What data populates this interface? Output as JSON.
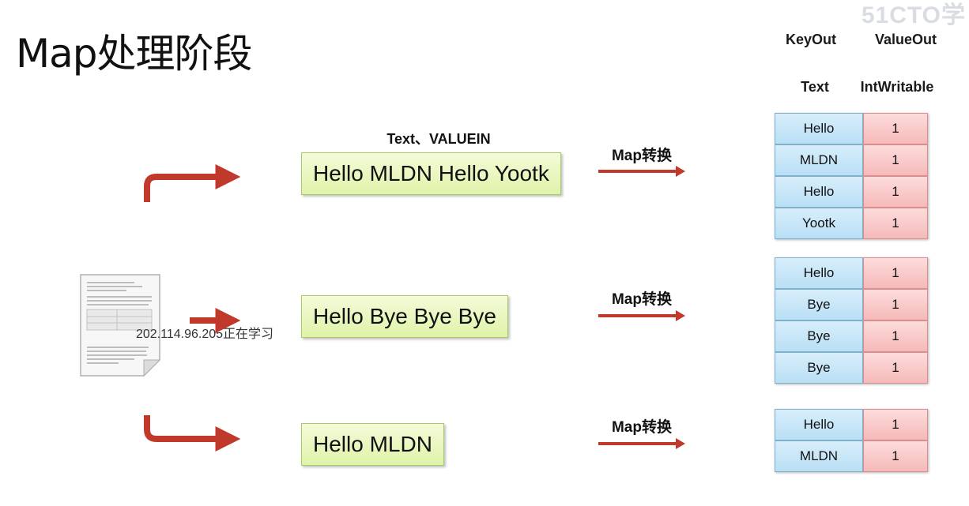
{
  "title": "Map处理阶段",
  "watermark": "51CTO学",
  "columns": {
    "key_out": "KeyOut",
    "value_out": "ValueOut",
    "key_type": "Text",
    "value_type": "IntWritable"
  },
  "input_label": "Text、VALUEIN",
  "overlay_text": "202.114.96.205正在学习",
  "lines": [
    "Hello MLDN Hello Yootk",
    "Hello Bye Bye Bye",
    "Hello MLDN"
  ],
  "map_label": "Map转换",
  "groups": [
    {
      "rows": [
        {
          "key": "Hello",
          "value": "1"
        },
        {
          "key": "MLDN",
          "value": "1"
        },
        {
          "key": "Hello",
          "value": "1"
        },
        {
          "key": "Yootk",
          "value": "1"
        }
      ]
    },
    {
      "rows": [
        {
          "key": "Hello",
          "value": "1"
        },
        {
          "key": "Bye",
          "value": "1"
        },
        {
          "key": "Bye",
          "value": "1"
        },
        {
          "key": "Bye",
          "value": "1"
        }
      ]
    },
    {
      "rows": [
        {
          "key": "Hello",
          "value": "1"
        },
        {
          "key": "MLDN",
          "value": "1"
        }
      ]
    }
  ],
  "colors": {
    "arrow": "#c0392b",
    "line_box": "#dff3a9",
    "key_cell": "#b9dff5",
    "value_cell": "#f6b9b9"
  }
}
